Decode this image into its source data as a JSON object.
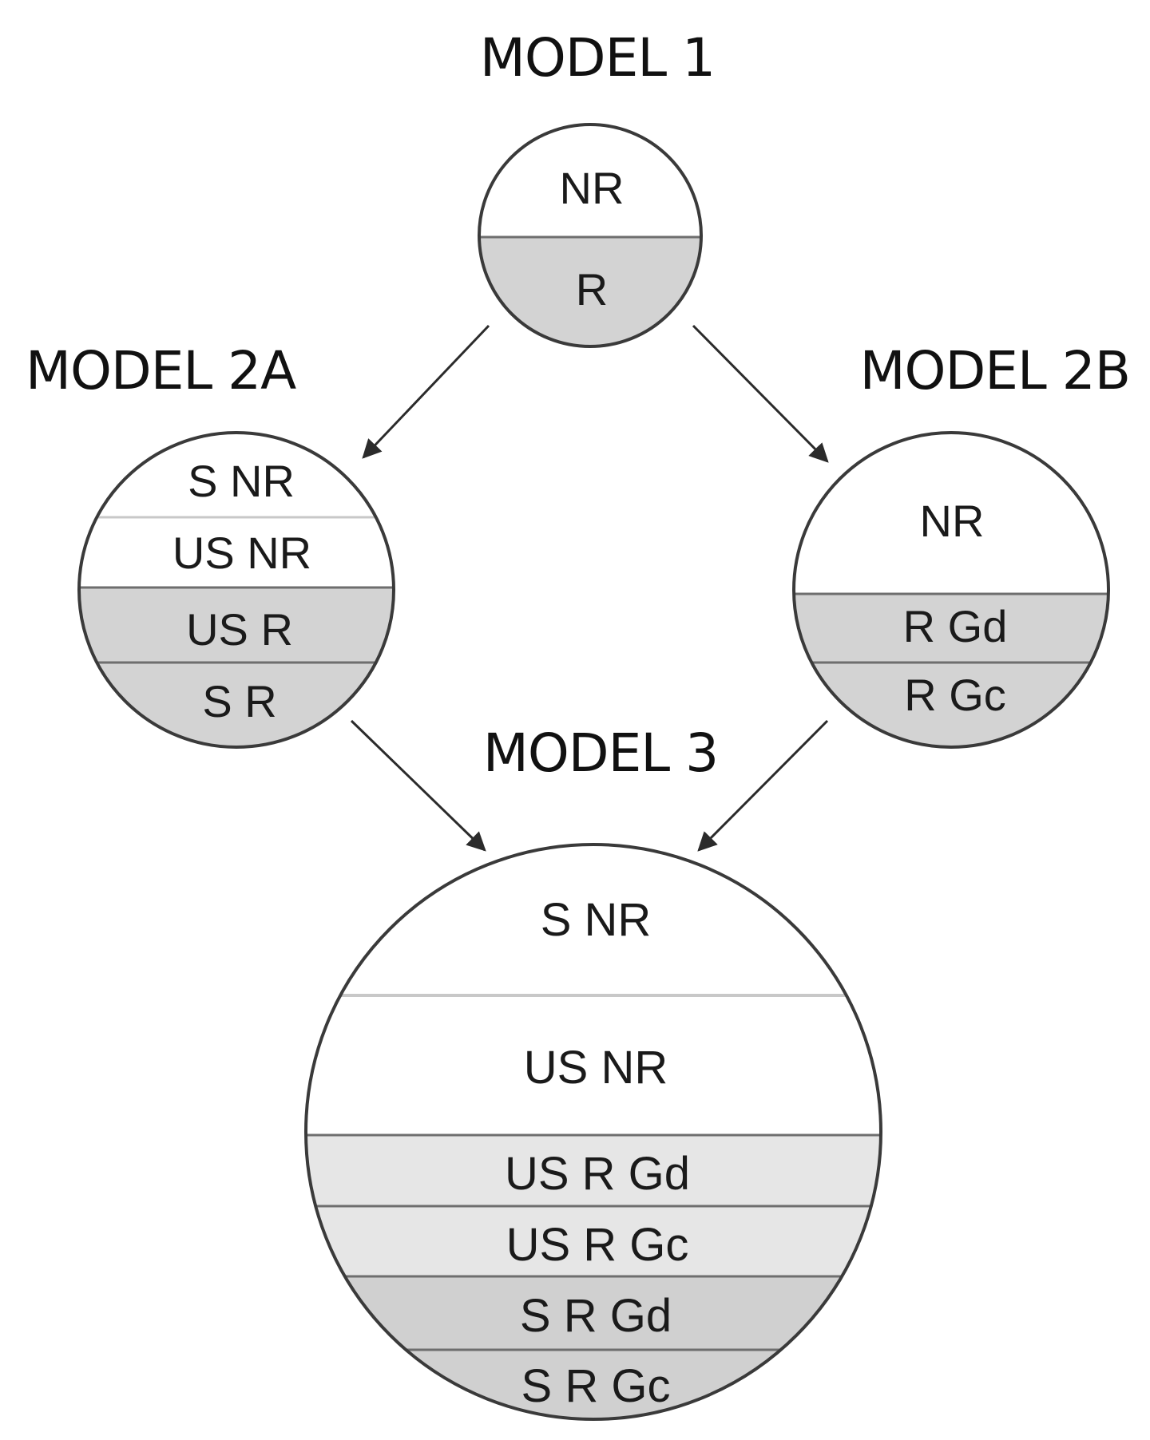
{
  "models": {
    "m1": {
      "title": "MODEL 1",
      "bands": [
        {
          "label": "NR",
          "fill": "#ffffff"
        },
        {
          "label": "R",
          "fill": "#d3d3d3"
        }
      ]
    },
    "m2a": {
      "title": "MODEL 2A",
      "bands": [
        {
          "label": "S NR",
          "fill": "#ffffff"
        },
        {
          "label": "US NR",
          "fill": "#ffffff"
        },
        {
          "label": "US R",
          "fill": "#d3d3d3"
        },
        {
          "label": "S R",
          "fill": "#d3d3d3"
        }
      ]
    },
    "m2b": {
      "title": "MODEL 2B",
      "bands": [
        {
          "label": "NR",
          "fill": "#ffffff"
        },
        {
          "label": "R Gd",
          "fill": "#d3d3d3"
        },
        {
          "label": "R Gc",
          "fill": "#d3d3d3"
        }
      ]
    },
    "m3": {
      "title": "MODEL 3",
      "bands": [
        {
          "label": "S NR",
          "fill": "#ffffff"
        },
        {
          "label": "US NR",
          "fill": "#ffffff"
        },
        {
          "label": "US R Gd",
          "fill": "#e6e6e6"
        },
        {
          "label": "US R Gc",
          "fill": "#e6e6e6"
        },
        {
          "label": "S R Gd",
          "fill": "#d0d0d0"
        },
        {
          "label": "S R Gc",
          "fill": "#d0d0d0"
        }
      ]
    }
  },
  "colors": {
    "outline": "#3a3a3a",
    "divider": "#6e6e6e",
    "arrow": "#2b2b2b",
    "text": "#1a1a1a"
  },
  "edges": [
    {
      "from": "MODEL 1",
      "to": "MODEL 2A"
    },
    {
      "from": "MODEL 1",
      "to": "MODEL 2B"
    },
    {
      "from": "MODEL 2A",
      "to": "MODEL 3"
    },
    {
      "from": "MODEL 2B",
      "to": "MODEL 3"
    }
  ]
}
